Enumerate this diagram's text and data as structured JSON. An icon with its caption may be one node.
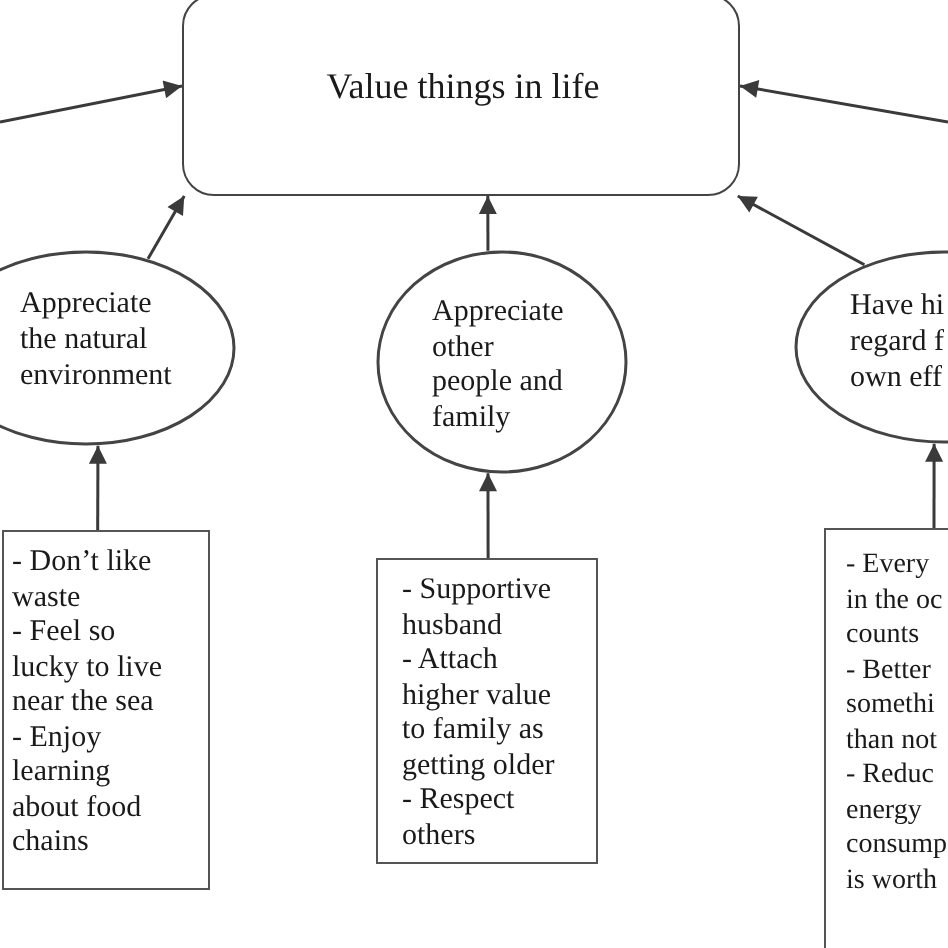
{
  "diagram": {
    "nodes": [
      {
        "text": [
          "Value things in life"
        ]
      },
      {
        "text": [
          "Appreciate the natural environment"
        ]
      },
      {
        "text": [
          "Appreciate other people and family"
        ]
      },
      {
        "text": [
          "Have hi regard f own eff"
        ]
      },
      {
        "text": [
          "- Don’t like waste",
          "- Feel so lucky to live near the sea",
          "- Enjoy learning about food chains"
        ]
      },
      {
        "text": [
          "- Supportive husband",
          "- Attach higher value to family as getting older",
          "- Respect others"
        ]
      },
      {
        "text": [
          "- Every in the oc counts",
          "- Better somethi than not",
          "- Reduc energy consump is worth"
        ]
      }
    ],
    "edges": [
      {
        "from": null,
        "to": 0,
        "arrow": "to"
      },
      {
        "from": null,
        "to": 0,
        "arrow": "to"
      },
      {
        "from": 1,
        "to": 0,
        "arrow": "to"
      },
      {
        "from": 2,
        "to": 0,
        "arrow": "to"
      },
      {
        "from": 3,
        "to": 0,
        "arrow": "to"
      },
      {
        "from": 4,
        "to": 1,
        "arrow": "to"
      },
      {
        "from": 5,
        "to": 2,
        "arrow": "to"
      },
      {
        "from": 6,
        "to": 3,
        "arrow": "to"
      }
    ]
  }
}
